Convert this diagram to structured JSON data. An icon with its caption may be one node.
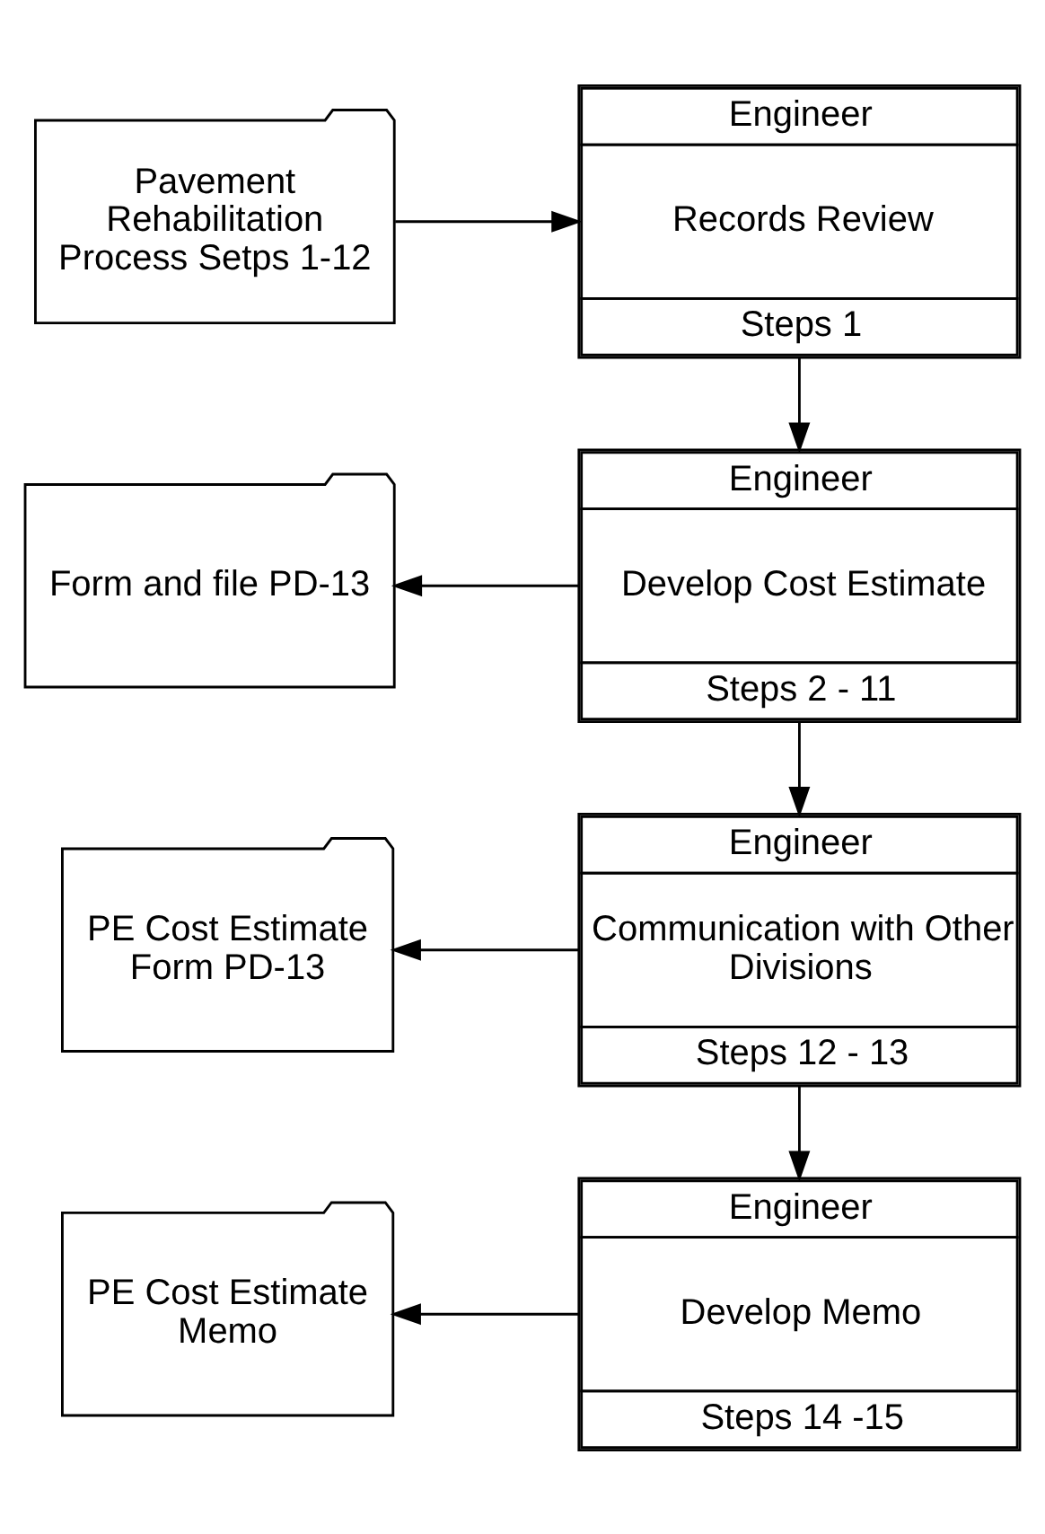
{
  "diagram": {
    "nodes": [
      {
        "text": [
          "Pavement Rehabilitation Process Setps 1-12"
        ]
      },
      {
        "text": [
          "Engineer",
          "Records Review",
          "Steps 1"
        ]
      },
      {
        "text": [
          "Form and file PD-13"
        ]
      },
      {
        "text": [
          "Engineer",
          "Develop Cost Estimate",
          "Steps 2 - 11"
        ]
      },
      {
        "text": [
          "PE Cost Estimate Form PD-13"
        ]
      },
      {
        "text": [
          "Engineer",
          "Communication with Other Divisions",
          "Steps 12 - 13"
        ]
      },
      {
        "text": [
          "PE Cost Estimate Memo"
        ]
      },
      {
        "text": [
          "Engineer",
          "Develop Memo",
          "Steps 14 -15"
        ]
      }
    ],
    "edges": [
      {
        "from": 0,
        "to": 1,
        "arrow": "to"
      },
      {
        "from": 1,
        "to": 3,
        "arrow": "to"
      },
      {
        "from": 3,
        "to": 2,
        "arrow": "to"
      },
      {
        "from": 3,
        "to": 5,
        "arrow": "to"
      },
      {
        "from": 5,
        "to": 4,
        "arrow": "to"
      },
      {
        "from": 5,
        "to": 7,
        "arrow": "to"
      },
      {
        "from": 7,
        "to": 6,
        "arrow": "to"
      }
    ]
  }
}
